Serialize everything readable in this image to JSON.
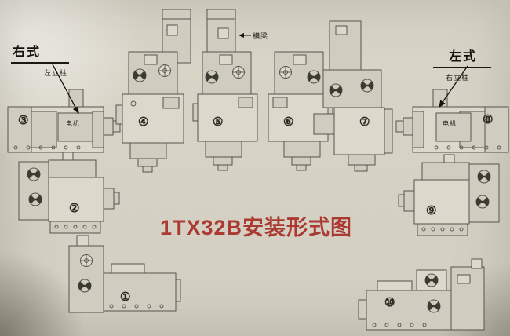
{
  "title": "1TX32B安装形式图",
  "labels": {
    "right_type": "右式",
    "left_type": "左式",
    "left_column": "左立柱",
    "right_column": "右立柱",
    "crossbeam": "横梁",
    "motor": "电机"
  },
  "units": {
    "u1": "①",
    "u2": "②",
    "u3": "③",
    "u4": "④",
    "u5": "⑤",
    "u6": "⑥",
    "u7": "⑦",
    "u8": "⑧",
    "u9": "⑨",
    "u10": "⑩"
  },
  "colors": {
    "background": "#d6d2c5",
    "line_art": "#56544b",
    "title_red": "#ab3a32",
    "annotation_black": "#1a1913"
  }
}
